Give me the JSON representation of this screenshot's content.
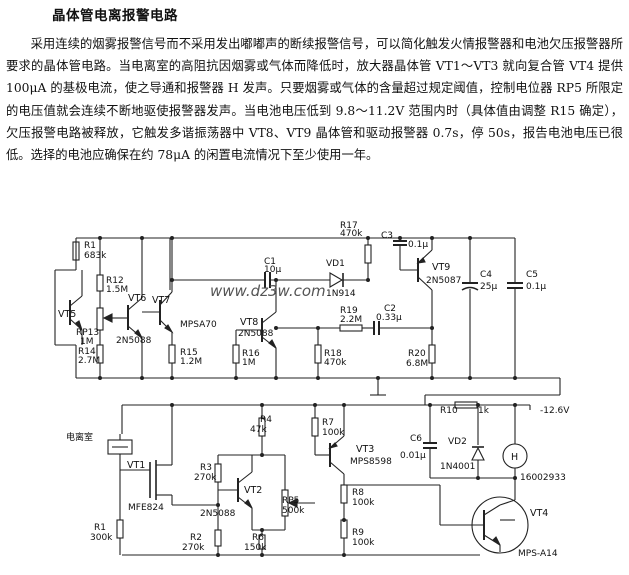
{
  "title": "晶体管电离报警电路",
  "paragraph": "采用连续的烟雾报警信号而不采用发出嘟嘟声的断续报警信号，可以简化触发火情报警器和电池欠压报警器所要求的晶体管电路。当电离室的高阻抗因烟雾或气体而降低时，放大器晶体管 VT1～VT3 就向复合管 VT4 提供 100μA 的基极电流，使之导通和报警器 H 发声。只要烟雾或气体的含量超过规定阈值，控制电位器 RP5 所限定的电压值就会连续不断地驱使报警器发声。当电池电压低到 9.8～11.2V 范围内时（具体值由调整 R15 确定），欠压报警电路被释放，它触发多谐振荡器中 VT8、VT9 晶体管和驱动报警器 0.7s，停 50s，报告电池电压已很低。选择的电池应确保在约 78μA 的闲置电流情况下至少使用一年。",
  "watermark": "www.dz3w.com",
  "labels": {
    "R1t": "R1",
    "R1tv": "683k",
    "R12": "R12",
    "R12v": "1.5M",
    "VT5": "VT5",
    "VT6": "VT6",
    "VT7": "VT7",
    "RP13": "RP13",
    "RP13v": "1M",
    "R14": "R14",
    "R14v": "2.7M",
    "Q2N5088a": "2N5088",
    "MPSA70": "MPSA70",
    "R15": "R15",
    "R15v": "1.2M",
    "C1": "C1",
    "C1v": "10μ",
    "R17": "R17",
    "R17v": "470k",
    "C3": "C3",
    "C3v": "0.1μ",
    "VD1": "VD1",
    "VD1v": "1N914",
    "VT9": "VT9",
    "VT9v": "2N5087",
    "C4": "C4",
    "C4v": "25μ",
    "C5": "C5",
    "C5v": "0.1μ",
    "VT8": "VT8",
    "VT8v": "2N5088",
    "R19": "R19",
    "R19v": "2.2M",
    "C2": "C2",
    "C2v": "0.33μ",
    "R16": "R16",
    "R16v": "1M",
    "R18": "R18",
    "R18v": "470k",
    "R20": "R20",
    "R20v": "6.8M",
    "R10": "R10",
    "R10v": "1k",
    "supply": "-12.6V",
    "ionchamber": "电离室",
    "R4": "R4",
    "R4v": "47k",
    "R7": "R7",
    "R7v": "100k",
    "VT3": "VT3",
    "VT3v": "MPS8598",
    "C6": "C6",
    "C6v": "0.01μ",
    "VD2": "VD2",
    "VD2v": "1N4001",
    "H": "H",
    "Hv": "16002933",
    "VT1": "VT1",
    "VT1v": "MFE824",
    "R3": "R3",
    "R3v": "270k",
    "VT2": "VT2",
    "VT2v": "2N5088",
    "RP5": "RP5",
    "RP5v": "500k",
    "R8": "R8",
    "R8v": "100k",
    "VT4": "VT4",
    "VT4v": "MPS-A14",
    "R1": "R1",
    "R1v": "300k",
    "R2": "R2",
    "R2v": "270k",
    "R6": "R6",
    "R6v": "150k",
    "R9": "R9",
    "R9v": "100k"
  }
}
